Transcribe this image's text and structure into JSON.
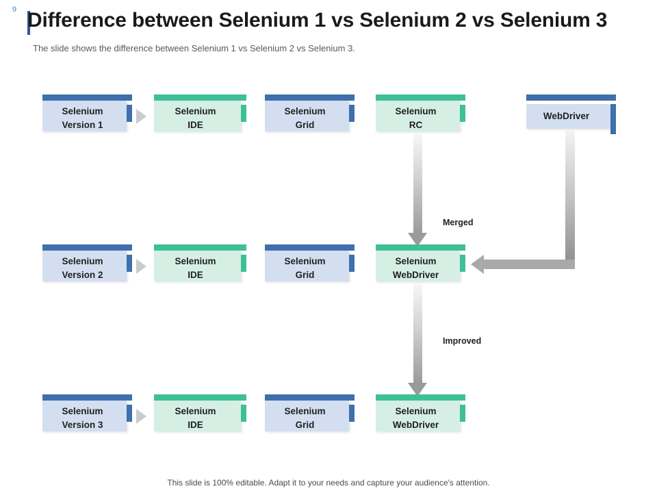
{
  "slide": {
    "page_number": "9",
    "title": "Difference between Selenium 1 vs Selenium 2 vs Selenium 3",
    "subtitle": "The slide shows the difference between Selenium 1 vs Selenium 2 vs Selenium 3.",
    "footer": "This slide is 100% editable. Adapt it to your needs and capture your audience's attention."
  },
  "colors": {
    "blue_accent": "#3f6fad",
    "blue_fill": "#d3dff0",
    "green_accent": "#3dbf97",
    "green_fill": "#d5efe5",
    "arrow_gray": "#a9a9a9",
    "mini_arrow_gray": "#c9cccf",
    "page_number_blue": "#4a7ebb",
    "title_black": "#1a1a1a",
    "subtitle_gray": "#595959"
  },
  "rows": [
    {
      "id": "row-1",
      "boxes": [
        {
          "id": "selenium-version-1",
          "line1": "Selenium",
          "line2": "Version 1",
          "color": "blue"
        },
        {
          "id": "selenium-ide-1",
          "line1": "Selenium",
          "line2": "IDE",
          "color": "green"
        },
        {
          "id": "selenium-grid-1",
          "line1": "Selenium",
          "line2": "Grid",
          "color": "blue"
        },
        {
          "id": "selenium-rc",
          "line1": "Selenium",
          "line2": "RC",
          "color": "green"
        },
        {
          "id": "webdriver",
          "line1": "WebDriver",
          "line2": "",
          "color": "blue"
        }
      ]
    },
    {
      "id": "row-2",
      "boxes": [
        {
          "id": "selenium-version-2",
          "line1": "Selenium",
          "line2": "Version 2",
          "color": "blue"
        },
        {
          "id": "selenium-ide-2",
          "line1": "Selenium",
          "line2": "IDE",
          "color": "green"
        },
        {
          "id": "selenium-grid-2",
          "line1": "Selenium",
          "line2": "Grid",
          "color": "blue"
        },
        {
          "id": "selenium-webdriver-2",
          "line1": "Selenium",
          "line2": "WebDriver",
          "color": "green"
        }
      ]
    },
    {
      "id": "row-3",
      "boxes": [
        {
          "id": "selenium-version-3",
          "line1": "Selenium",
          "line2": "Version 3",
          "color": "blue"
        },
        {
          "id": "selenium-ide-3",
          "line1": "Selenium",
          "line2": "IDE",
          "color": "green"
        },
        {
          "id": "selenium-grid-3",
          "line1": "Selenium",
          "line2": "Grid",
          "color": "blue"
        },
        {
          "id": "selenium-webdriver-3",
          "line1": "Selenium",
          "line2": "WebDriver",
          "color": "green"
        }
      ]
    }
  ],
  "connectors": {
    "merged_label": "Merged",
    "improved_label": "Improved"
  }
}
